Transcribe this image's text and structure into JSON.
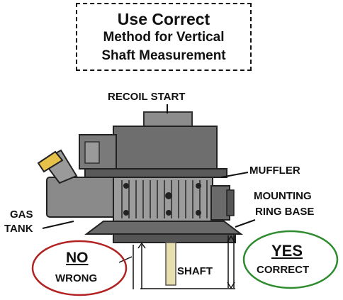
{
  "title": {
    "line1": "Use Correct",
    "line2": "Method for Vertical",
    "line3": "Shaft Measurement"
  },
  "labels": {
    "recoil_start": "RECOIL START",
    "muffler": "MUFFLER",
    "mounting_line1": "MOUNTING",
    "mounting_line2": "RING BASE",
    "gas_line1": "GAS",
    "gas_line2": "TANK",
    "shaft": "SHAFT"
  },
  "callouts": {
    "yes": {
      "word": "YES",
      "sub": "CORRECT",
      "color": "#2e8b2e"
    },
    "no": {
      "word": "NO",
      "sub": "WRONG",
      "color": "#b22222"
    }
  },
  "colors": {
    "engine_dark": "#4a4a4a",
    "engine_mid": "#7d7d7d",
    "engine_light": "#a8a8a8",
    "gas_cap": "#e6c24a",
    "shaft": "#e8dfae"
  }
}
